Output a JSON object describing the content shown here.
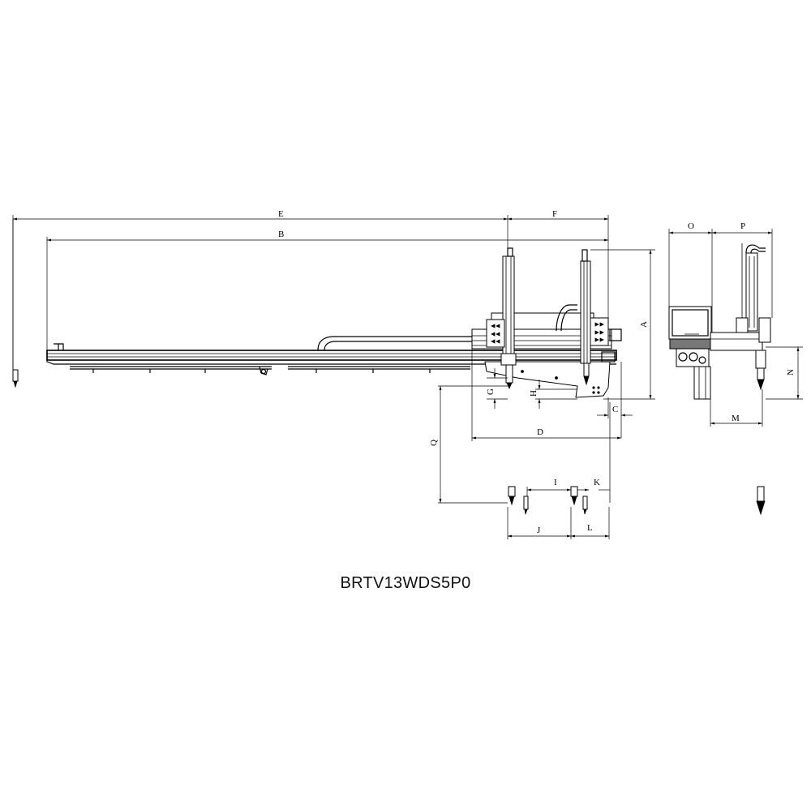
{
  "caption": "BRTV13WDS5P0",
  "dimension_labels": {
    "A": "A",
    "B": "B",
    "C": "C",
    "D": "D",
    "E": "E",
    "F": "F",
    "G": "G",
    "H": "H",
    "I": "I",
    "J": "J",
    "K": "K",
    "L": "L",
    "M": "M",
    "N": "N",
    "O": "O",
    "P": "P",
    "Q": "Q"
  }
}
